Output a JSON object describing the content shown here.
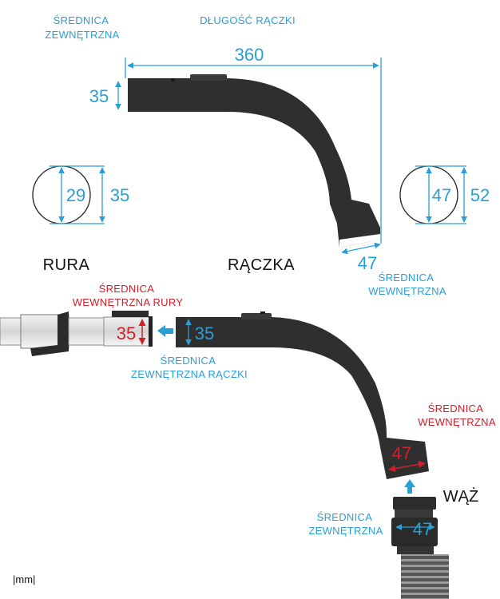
{
  "labels": {
    "outer_diameter_top": [
      "ŚREDNICA",
      "ZEWNĘTRZNA"
    ],
    "handle_length": "DŁUGOŚĆ RĄCZKI",
    "inner_diameter_right": [
      "ŚREDNICA",
      "WEWNĘTRZNA"
    ],
    "rura": "RURA",
    "raczka": "RĄCZKA",
    "tube_inner": [
      "ŚREDNICA",
      "WEWNĘTRZNA RURY"
    ],
    "handle_outer": [
      "ŚREDNICA",
      "ZEWNĘTRZNA RĄCZKI"
    ],
    "handle_inner_bottom": [
      "ŚREDNICA",
      "WEWNĘTRZNA"
    ],
    "waz": "WĄŻ",
    "hose_outer": [
      "ŚREDNICA",
      "ZEWNĘTRZNA"
    ],
    "unit": "|mm|"
  },
  "dimensions": {
    "length": "360",
    "handle_end_outer": "35",
    "left_circle_inner": "29",
    "left_circle_outer": "35",
    "right_circle_inner": "47",
    "right_circle_outer": "52",
    "handle_mouth": "47",
    "tube_inner": "35",
    "handle_outer_lower": "35",
    "handle_inner_lower": "47",
    "hose_outer": "47"
  },
  "colors": {
    "blue": "#2a9fd6",
    "red": "#d0202a",
    "pipe": "#2f2f2f"
  }
}
